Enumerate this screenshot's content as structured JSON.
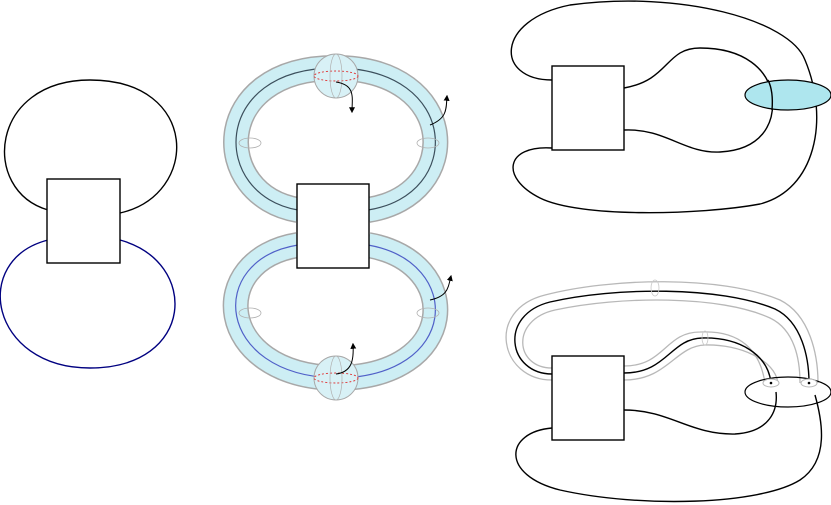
{
  "diagram": {
    "panels": [
      "left-two-loop-tangle",
      "middle-thickened-figure-eight",
      "right-top-disk-tangle",
      "right-bottom-banded-tangle"
    ],
    "colors": {
      "stroke": "#000000",
      "blue_loop": "#000080",
      "blue_core": "#5060c8",
      "tube_fill": "#cdeef4",
      "tube_edge": "#a8a8a8",
      "disk_fill": "#aee6ee",
      "dashed_red": "#e03030",
      "band_gray": "#b8b8b8"
    }
  }
}
